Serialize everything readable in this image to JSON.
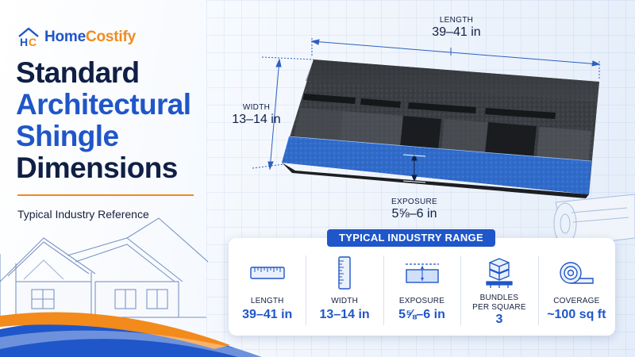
{
  "brand": {
    "name_part1": "Home",
    "name_part2": "Costify",
    "primary_color": "#1f56c9",
    "accent_color": "#f28a1c",
    "logo_icon": "house-hc-logo-icon"
  },
  "title": {
    "line1": "Standard",
    "line2": "Architectural",
    "line3": "Shingle",
    "line4": "Dimensions"
  },
  "subtitle": "Typical Industry Reference",
  "diagram": {
    "length": {
      "label": "LENGTH",
      "value": "39–41 in"
    },
    "width": {
      "label": "WIDTH",
      "value": "13–14 in"
    },
    "exposure": {
      "label": "EXPOSURE",
      "value": "5⅝–6 in"
    }
  },
  "range": {
    "heading": "TYPICAL INDUSTRY RANGE",
    "items": [
      {
        "icon": "ruler-icon",
        "label": "LENGTH",
        "value": "39–41 in"
      },
      {
        "icon": "vertical-ruler-icon",
        "label": "WIDTH",
        "value": "13–14 in"
      },
      {
        "icon": "exposure-icon",
        "label": "EXPOSURE",
        "value": "5⅝–6 in"
      },
      {
        "icon": "bundles-icon",
        "label": "BUNDLES\nPER SQUARE",
        "value": "3"
      },
      {
        "icon": "shingle-roll-icon",
        "label": "COVERAGE",
        "value": "~100 sq ft"
      }
    ]
  }
}
